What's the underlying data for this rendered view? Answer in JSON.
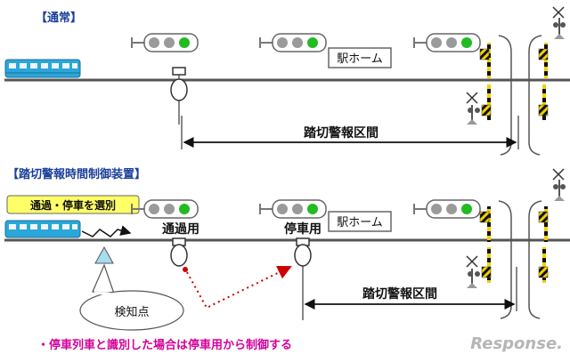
{
  "sections": {
    "normal": {
      "title": "【通常】"
    },
    "device": {
      "title": "【踏切警報時間制御装置】"
    }
  },
  "labels": {
    "platform": "駅ホーム",
    "warning_section": "踏切警報区間",
    "select_note": "通過・停車を選別",
    "pass_circuit": "通過用",
    "stop_circuit": "停車用",
    "detection_point": "検知点",
    "footnote": "・停車列車と識別した場合は停車用から制御する",
    "watermark": "Response."
  },
  "colors": {
    "track": "#555555",
    "signal_green": "#22bb22",
    "signal_off": "#9a9a9a",
    "train_body": "#2aa7d8",
    "note_fill": "#ffff66",
    "sensor": "#a8dcef",
    "dotted_arrow": "#cc0000",
    "footnote_text": "#d4009a",
    "title_text": "#1a3f99"
  }
}
